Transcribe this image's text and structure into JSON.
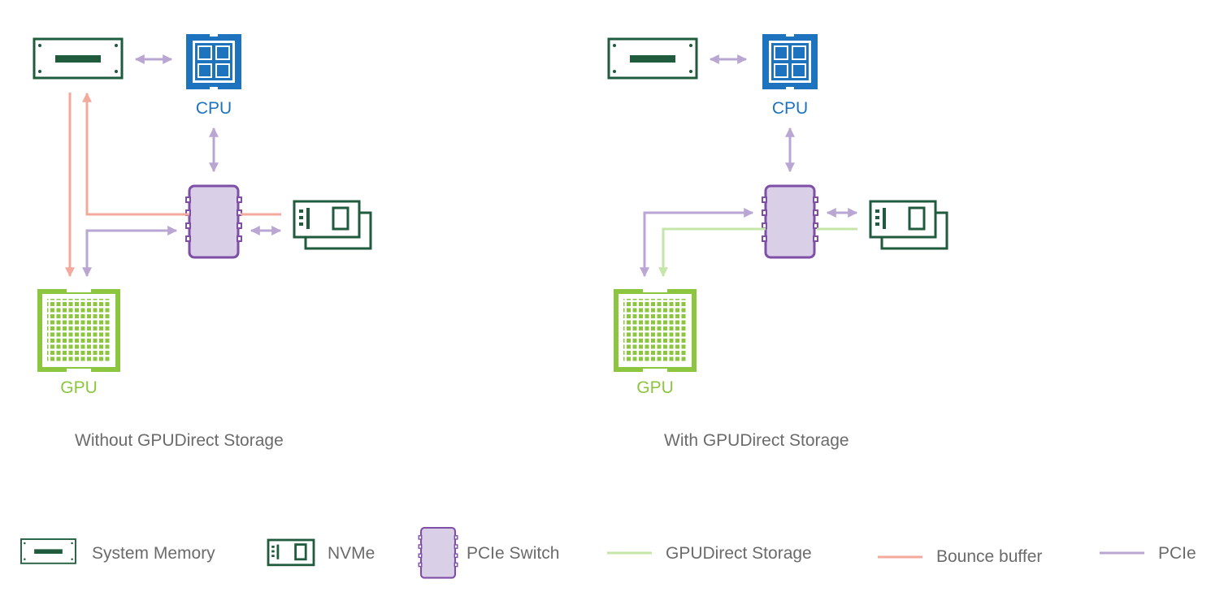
{
  "colors": {
    "memory": "#1f5b3c",
    "nvme": "#1f5b3c",
    "cpu": "#1e73be",
    "gpu": "#8cc63f",
    "switch_stroke": "#7f4fa8",
    "switch_fill": "#d9cfe6",
    "pcie": "#b9a6d3",
    "bounce": "#f3a99c",
    "gds": "#c6e5a9",
    "caption_text": "#6b6b6b",
    "legend_text": "#6b6b6b"
  },
  "left": {
    "cpu_label": "CPU",
    "gpu_label": "GPU",
    "caption": "Without GPUDirect Storage"
  },
  "right": {
    "cpu_label": "CPU",
    "gpu_label": "GPU",
    "caption": "With GPUDirect Storage"
  },
  "legend": {
    "system_memory": "System Memory",
    "nvme": "NVMe",
    "pcie_switch": "PCIe Switch",
    "gpudirect_storage": "GPUDirect Storage",
    "bounce_buffer": "Bounce buffer",
    "pcie": "PCIe"
  }
}
